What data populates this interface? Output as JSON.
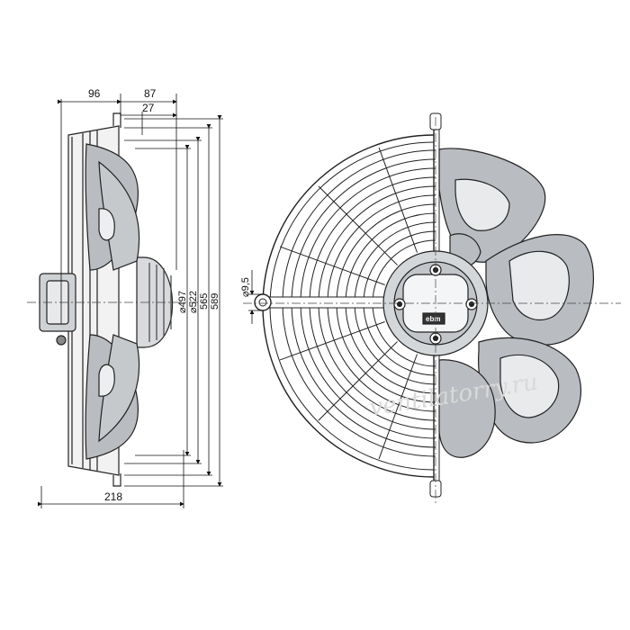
{
  "dimensions": {
    "d96": "96",
    "d87": "87",
    "d27": "27",
    "d218": "218",
    "dia497": "⌀497",
    "dia522": "⌀522",
    "d565": "565",
    "d589": "589",
    "dia95": "⌀9,5"
  },
  "motor_label": "ebm",
  "watermark": "ventilatorry.ru",
  "colors": {
    "line": "#222222",
    "blade_fill": "#b9bcc0",
    "dim_line": "#2d6fb0"
  }
}
